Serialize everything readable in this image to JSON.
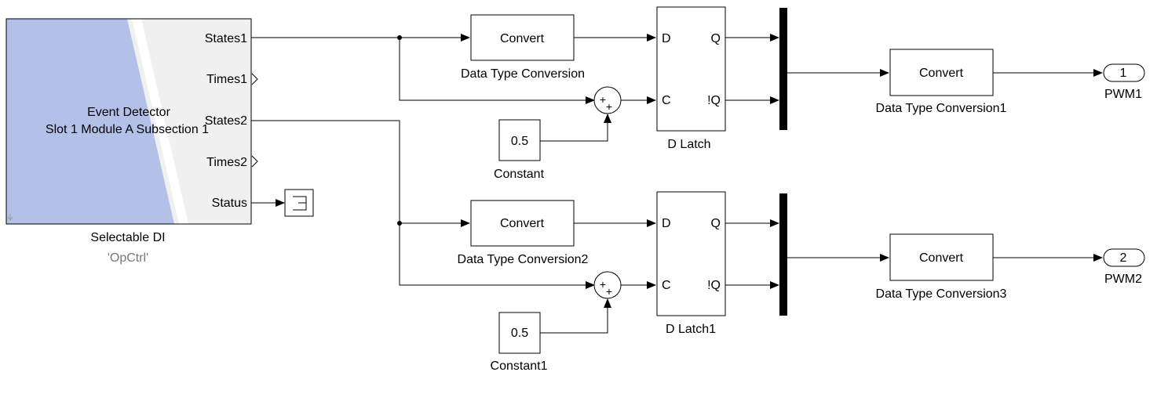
{
  "event_detector": {
    "title_line1": "Event Detector",
    "title_line2": "Slot 1 Module A Subsection 1",
    "ports": [
      "States1",
      "Times1",
      "States2",
      "Times2",
      "Status"
    ],
    "name": "Selectable DI",
    "subtitle": "'OpCtrl'"
  },
  "convert_blocks": [
    {
      "text": "Convert",
      "name": "Data Type Conversion"
    },
    {
      "text": "Convert",
      "name": "Data Type Conversion2"
    },
    {
      "text": "Convert",
      "name": "Data Type Conversion1"
    },
    {
      "text": "Convert",
      "name": "Data Type Conversion3"
    }
  ],
  "constants": [
    {
      "value": "0.5",
      "name": "Constant"
    },
    {
      "value": "0.5",
      "name": "Constant1"
    }
  ],
  "sum_signs": [
    "+",
    "+"
  ],
  "latches": [
    {
      "name": "D Latch",
      "ports": [
        "D",
        "C",
        "Q",
        "!Q"
      ]
    },
    {
      "name": "D Latch1",
      "ports": [
        "D",
        "C",
        "Q",
        "!Q"
      ]
    }
  ],
  "outports": [
    {
      "number": "1",
      "name": "PWM1"
    },
    {
      "number": "2",
      "name": "PWM2"
    }
  ],
  "colors": {
    "detector_fill": "#b3c0e8",
    "detector_gray": "#f0f0f0",
    "mux_bar": "#000000"
  }
}
